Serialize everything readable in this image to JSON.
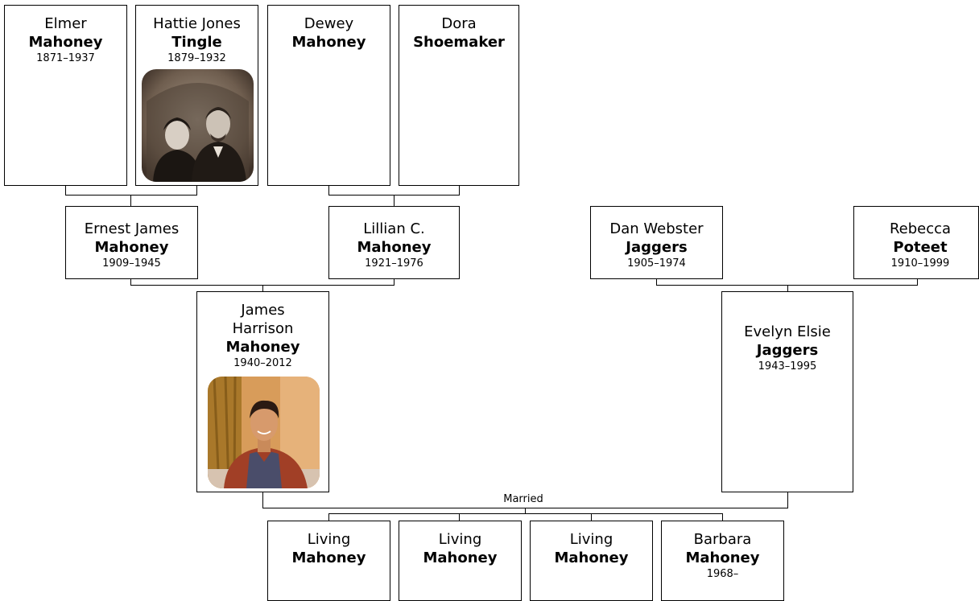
{
  "people": {
    "elmer": {
      "given": "Elmer",
      "surname": "Mahoney",
      "dates": "1871–1937"
    },
    "hattie": {
      "given": "Hattie Jones",
      "surname": "Tingle",
      "dates": "1879–1932"
    },
    "dewey": {
      "given": "Dewey",
      "surname": "Mahoney",
      "dates": ""
    },
    "dora": {
      "given": "Dora",
      "surname": "Shoemaker",
      "dates": ""
    },
    "ernest": {
      "given": "Ernest James",
      "surname": "Mahoney",
      "dates": "1909–1945"
    },
    "lillian": {
      "given": "Lillian C.",
      "surname": "Mahoney",
      "dates": "1921–1976"
    },
    "dan": {
      "given": "Dan Webster",
      "surname": "Jaggers",
      "dates": "1905–1974"
    },
    "rebecca": {
      "given": "Rebecca",
      "surname": "Poteet",
      "dates": "1910–1999"
    },
    "james": {
      "given": "James Harrison",
      "surname": "Mahoney",
      "dates": "1940–2012"
    },
    "evelyn": {
      "given": "Evelyn Elsie",
      "surname": "Jaggers",
      "dates": "1943–1995"
    },
    "child1": {
      "given": "Living",
      "surname": "Mahoney",
      "dates": ""
    },
    "child2": {
      "given": "Living",
      "surname": "Mahoney",
      "dates": ""
    },
    "child3": {
      "given": "Living",
      "surname": "Mahoney",
      "dates": ""
    },
    "child4": {
      "given": "Barbara",
      "surname": "Mahoney",
      "dates": "1968–"
    }
  },
  "union_label": "Married"
}
